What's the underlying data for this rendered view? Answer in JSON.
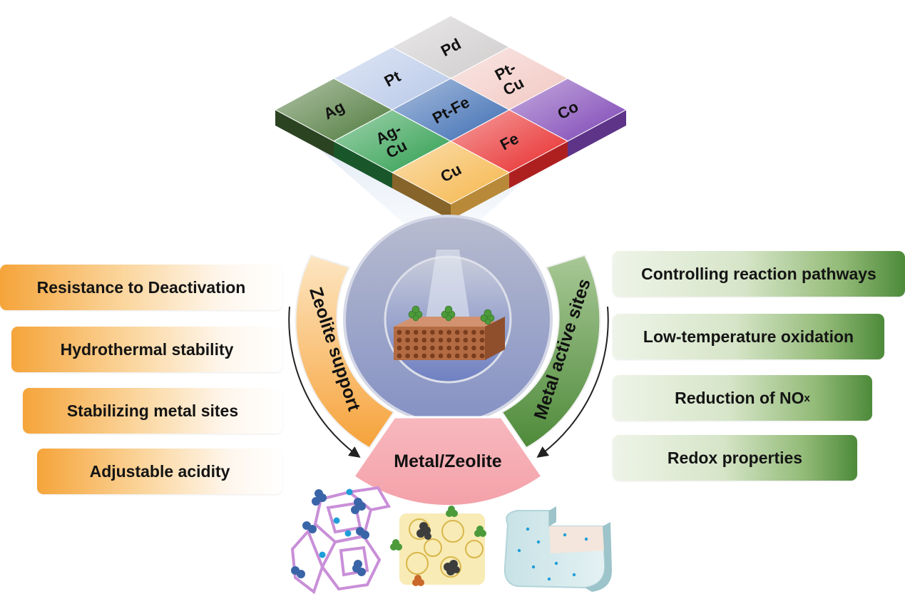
{
  "metal_tiles": [
    {
      "id": "pd",
      "label": "Pd",
      "color": "#cfcccc"
    },
    {
      "id": "pt",
      "label": "Pt",
      "color": "#b8c8e8"
    },
    {
      "id": "ptcu",
      "label": "Pt-\nCu",
      "color": "#f2c8c2"
    },
    {
      "id": "ag",
      "label": "Ag",
      "color": "#4f7a3c"
    },
    {
      "id": "ptfe",
      "label": "Pt-Fe",
      "color": "#3d6db3"
    },
    {
      "id": "co",
      "label": "Co",
      "color": "#7d45b5"
    },
    {
      "id": "agcu",
      "label": "Ag-\nCu",
      "color": "#2e9e4e"
    },
    {
      "id": "fe",
      "label": "Fe",
      "color": "#e82a2a"
    },
    {
      "id": "cu",
      "label": "Cu",
      "color": "#f5b64a"
    }
  ],
  "center": {
    "left_arc_label": "Zeolite support",
    "right_arc_label": "Metal active sites",
    "bottom_label": "Metal/Zeolite"
  },
  "zeolite_support_properties": [
    "Resistance to Deactivation",
    "Hydrothermal stability",
    "Stabilizing metal sites",
    "Adjustable acidity"
  ],
  "metal_site_functions": [
    {
      "text": "Controlling reaction pathways",
      "sub": ""
    },
    {
      "text": "Low-temperature oxidation",
      "sub": ""
    },
    {
      "text": "Reduction of NO",
      "sub": "x"
    },
    {
      "text": "Redox properties",
      "sub": ""
    }
  ],
  "colors": {
    "zeolite_arc": "#f6a94a",
    "metal_arc": "#6a9c52",
    "metal_zeolite_sector": "#f3a3ab",
    "outer_ring": "#a9b0c8",
    "inner_disc": "#7e8dc4",
    "block": "#b9744c",
    "cluster": "#4c9a3a"
  }
}
